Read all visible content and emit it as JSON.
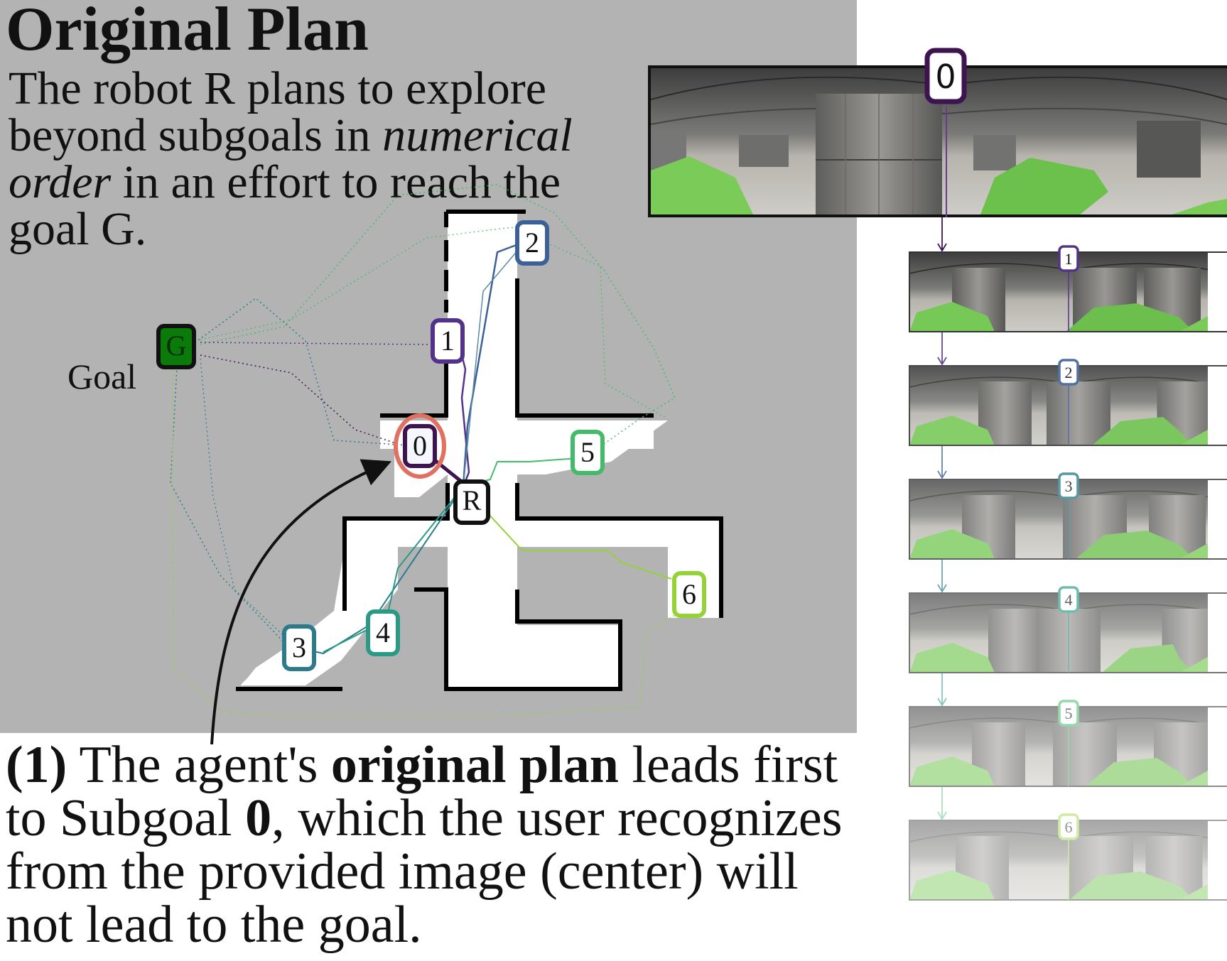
{
  "title": "Original Plan",
  "intro": {
    "part1": "The robot R plans to explore beyond subgoals in ",
    "emph": "numerical order",
    "part2": " in an effort to reach the goal G."
  },
  "map": {
    "robot_label": "R",
    "goal_marker": "G",
    "goal_label": "Goal",
    "subgoals": [
      {
        "id": "0",
        "color": "#3d1450"
      },
      {
        "id": "1",
        "color": "#53338a"
      },
      {
        "id": "2",
        "color": "#3c6098"
      },
      {
        "id": "3",
        "color": "#2b7b8c"
      },
      {
        "id": "4",
        "color": "#2a9a86"
      },
      {
        "id": "5",
        "color": "#44bb6a"
      },
      {
        "id": "6",
        "color": "#95d23a"
      }
    ],
    "highlight_color": "#e07060",
    "goal_color": "#0a7a0a"
  },
  "images": {
    "main_label": "0",
    "strip_labels": [
      "1",
      "2",
      "3",
      "4",
      "5",
      "6"
    ]
  },
  "caption": {
    "lead": "(1)",
    "t1": " The agent's ",
    "b1": "original plan",
    "t2": " leads first to Subgoal ",
    "b2": "0",
    "t3": ", which the user recognizes from the provided image (center) will not lead to the goal."
  }
}
